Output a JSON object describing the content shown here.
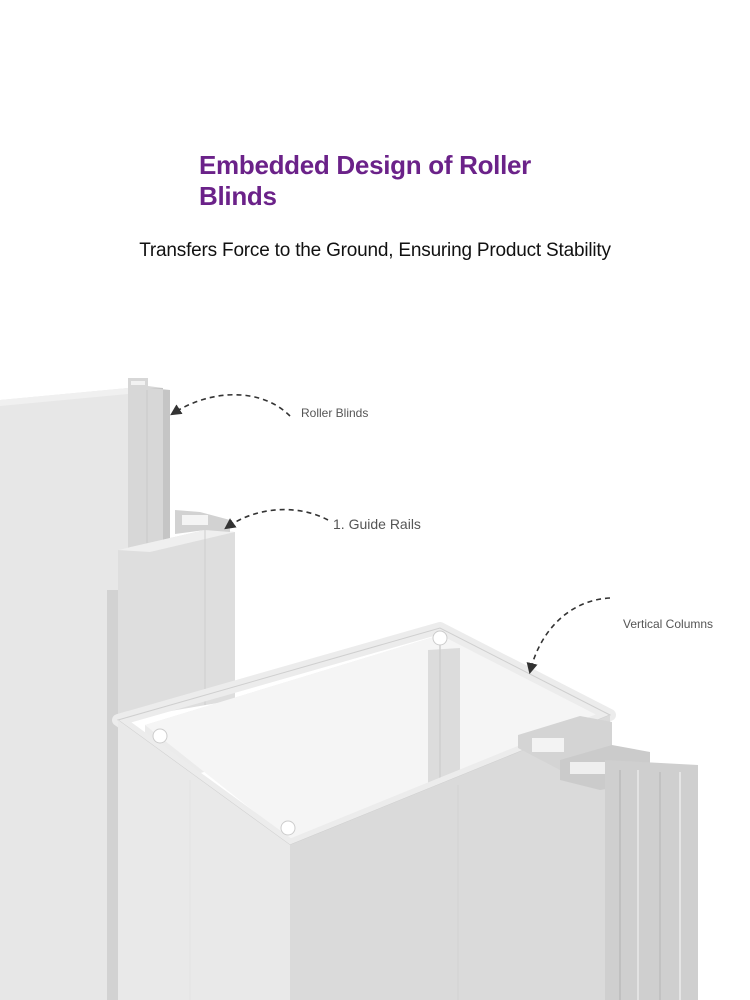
{
  "header": {
    "title": "Embedded Design of Roller Blinds",
    "subtitle": "Transfers Force to the Ground, Ensuring Product Stability"
  },
  "callouts": {
    "roller_blinds": "Roller Blinds",
    "guide_rails": "1. Guide Rails",
    "vertical_columns": "Vertical Columns"
  },
  "colors": {
    "title": "#6b2289",
    "text": "#111111",
    "label": "#555555"
  }
}
